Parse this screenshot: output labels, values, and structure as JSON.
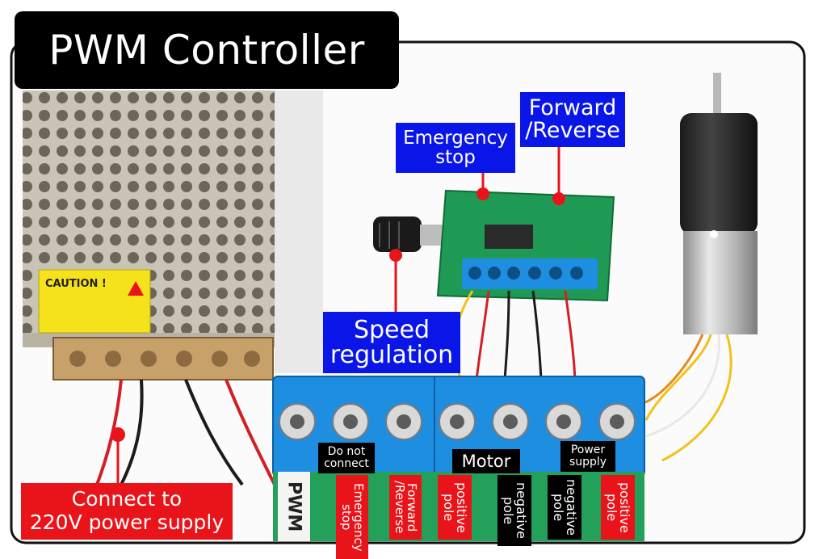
{
  "title": "PWM Controller",
  "labels": {
    "emergency_stop": "Emergency\nstop",
    "forward_reverse": "Forward\n/Reverse",
    "speed_regulation": "Speed\nregulation",
    "power_input": "Connect to\n220V power supply"
  },
  "terminal_labels": {
    "do_not_connect": "Do not\nconnect",
    "motor": "Motor",
    "power_supply": "Power\nsupply",
    "emergency_stop": "Emergency\nstop",
    "forward_reverse": "Forward\n/Reverse",
    "positive_pole_1": "positive\npole",
    "negative_pole_1": "negative\npole",
    "negative_pole_2": "negative\npole",
    "positive_pole_2": "positive\npole"
  },
  "device_text": {
    "terminal_block": "PWM",
    "caution_sticker": "CAUTION !"
  },
  "colors": {
    "label_blue": "#0a16e8",
    "label_red": "#e8141a",
    "label_black": "#000000",
    "pcb_green": "#1f9a55",
    "terminal_blue": "#1e8ee0"
  }
}
